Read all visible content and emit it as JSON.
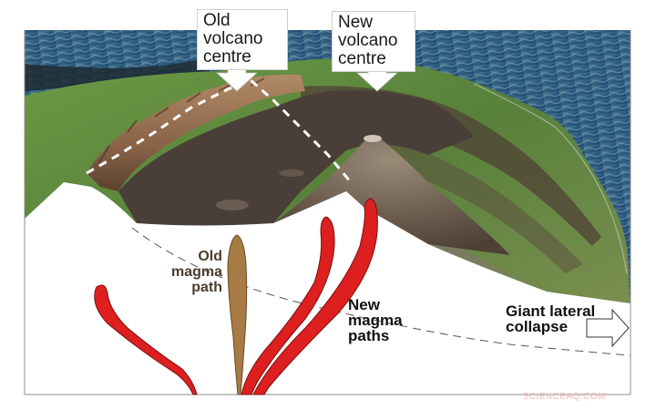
{
  "diagram": {
    "subject": "Volcanic island aerial view with magma paths and lateral collapse",
    "labels": {
      "old_volcano_centre": [
        "Old",
        "volcano",
        "centre"
      ],
      "new_volcano_centre": [
        "New",
        "volcano",
        "centre"
      ],
      "old_magma_path": [
        "Old",
        "magma",
        "path"
      ],
      "new_magma_paths": [
        "New",
        "magma",
        "paths"
      ],
      "giant_lateral_collapse": [
        "Giant lateral",
        "collapse"
      ]
    },
    "watermark": "SCIENCEAQ.COM",
    "colors": {
      "old_magma": "#a87a44",
      "new_magma": "#dd1f1f",
      "sea": "#2f5d80",
      "vegetation": "#5f8a3a",
      "rock_brown": "#7a5a40",
      "lava_dark": "#4a3f38",
      "background": "#ffffff"
    }
  }
}
